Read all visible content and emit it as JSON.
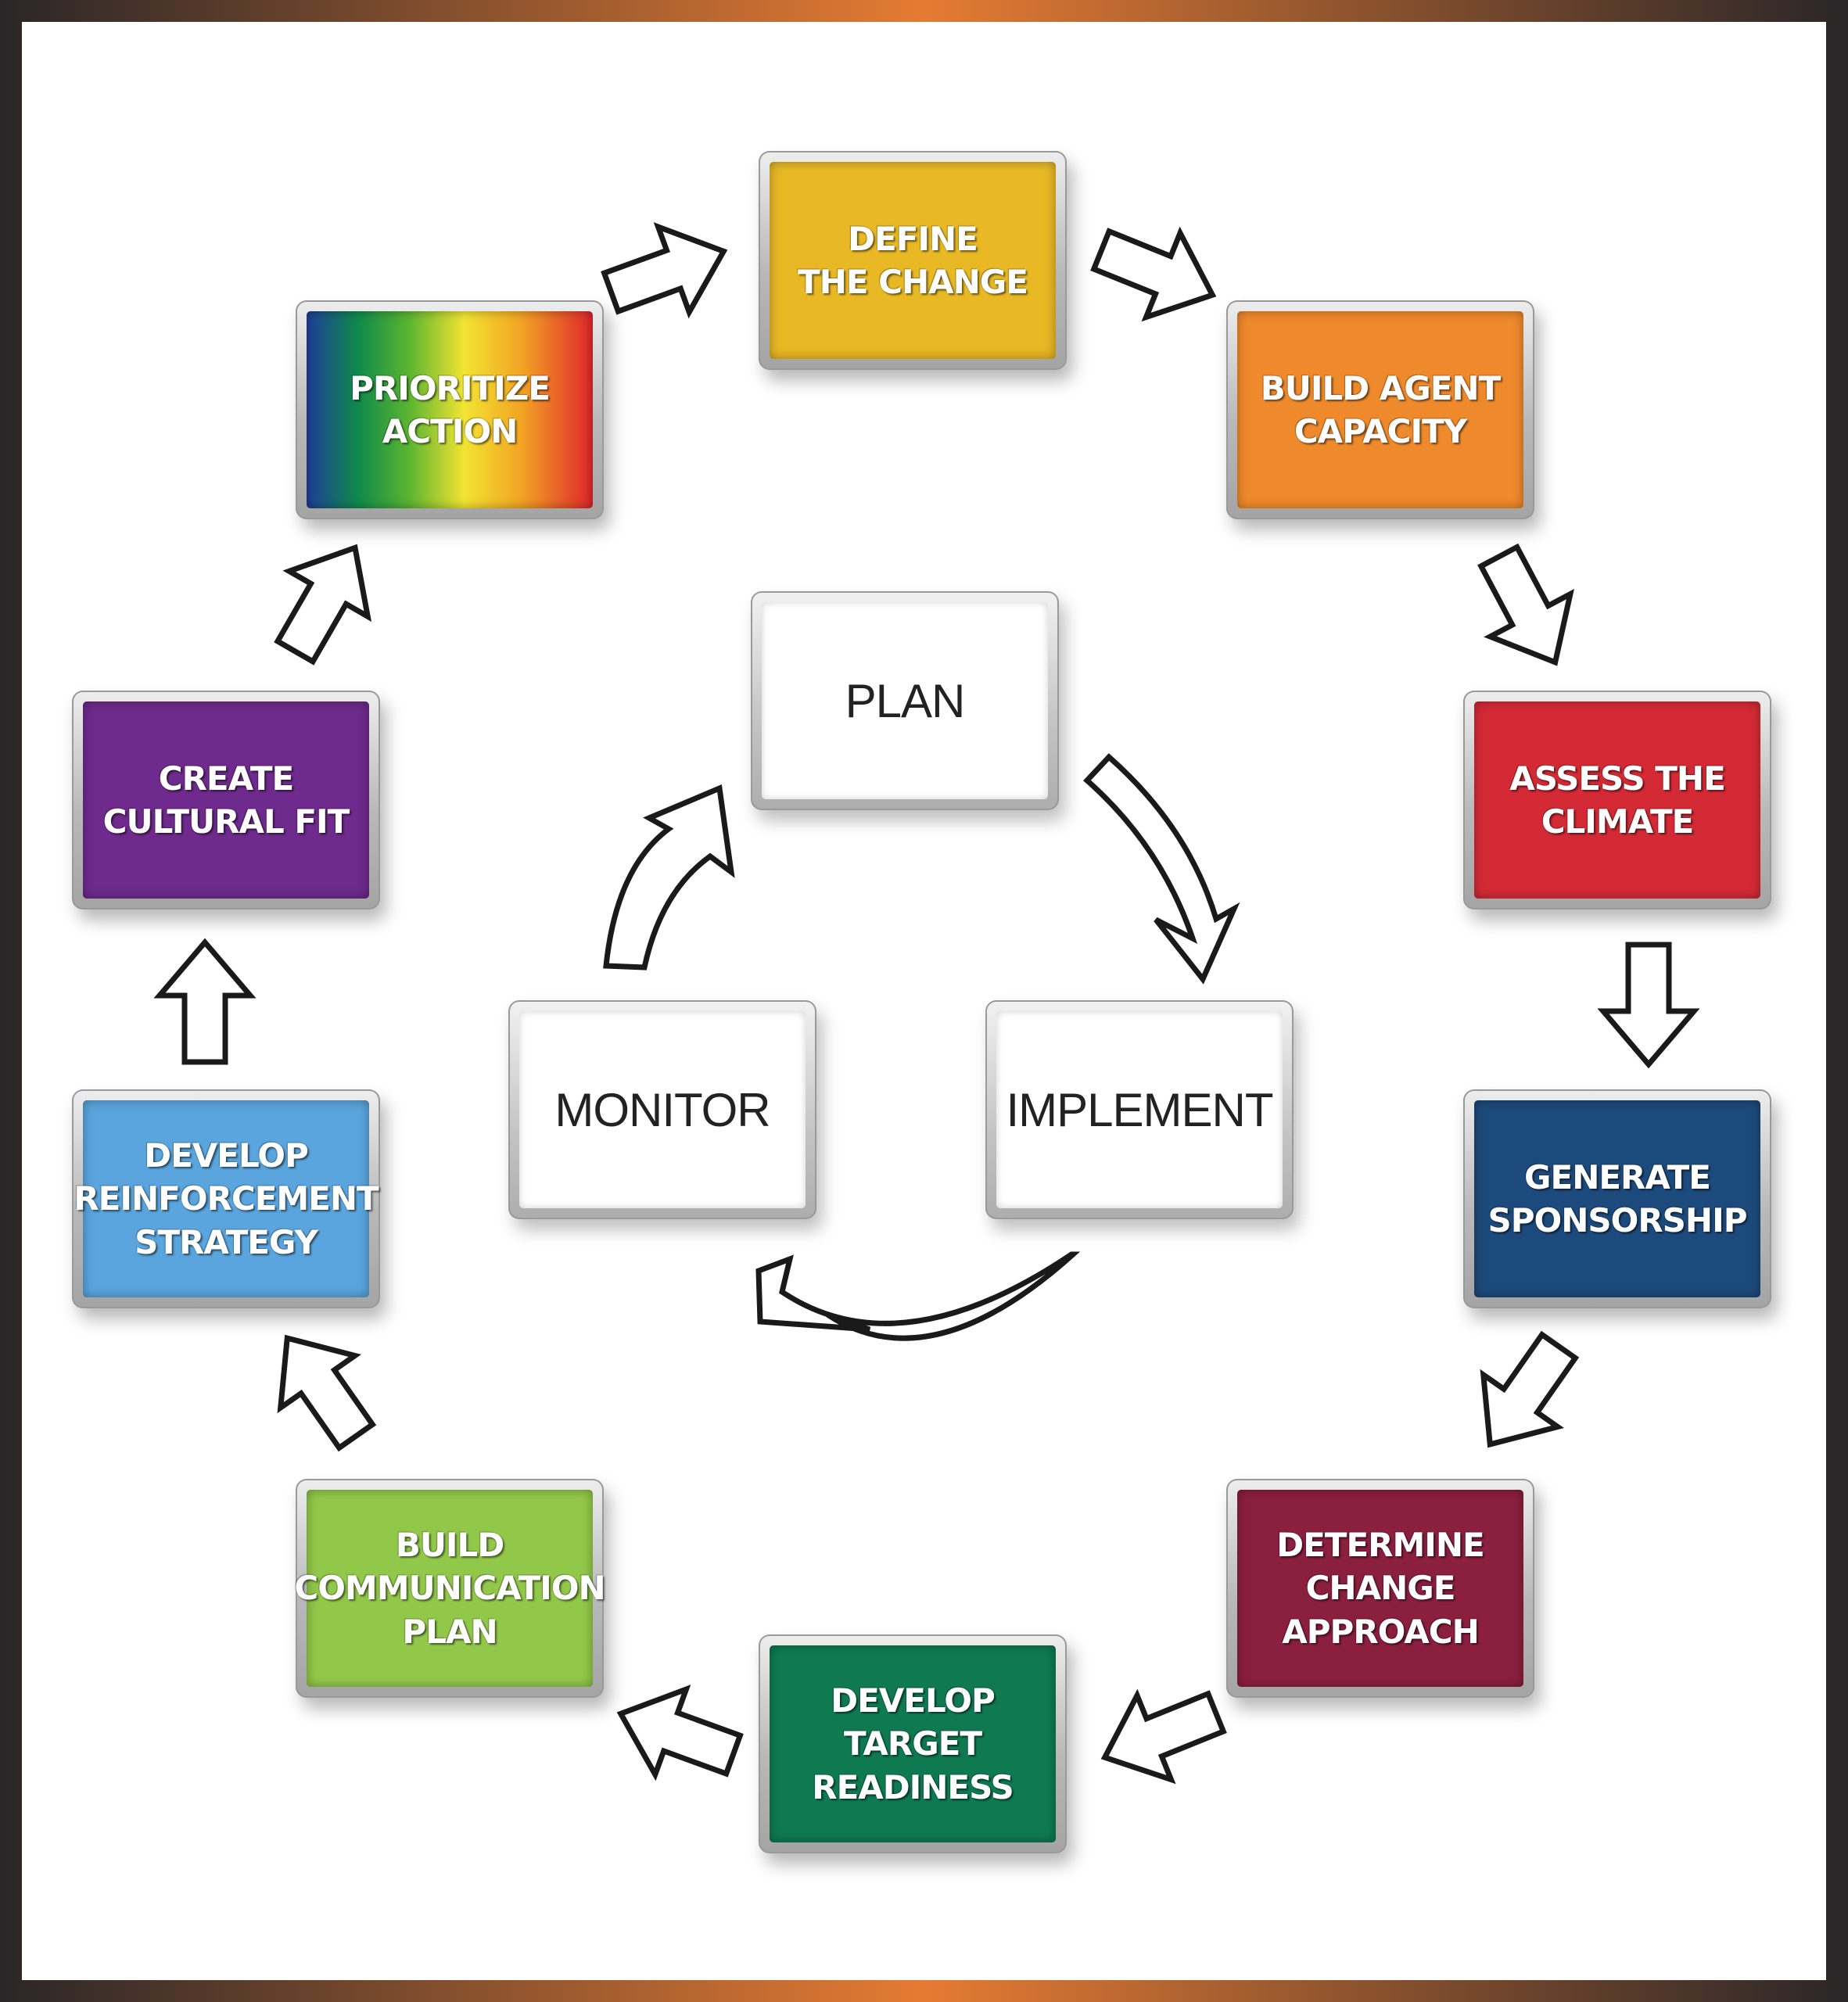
{
  "outer_cycle": [
    {
      "id": "define",
      "label": "DEFINE\nTHE CHANGE",
      "color": "#e8b825"
    },
    {
      "id": "build-agent",
      "label": "BUILD AGENT\nCAPACITY",
      "color": "#ef8a2c"
    },
    {
      "id": "assess",
      "label": "ASSESS THE\nCLIMATE",
      "color": "#d42a35"
    },
    {
      "id": "sponsorship",
      "label": "GENERATE\nSPONSORSHIP",
      "color": "#1d4a7c"
    },
    {
      "id": "approach",
      "label": "DETERMINE\nCHANGE\nAPPROACH",
      "color": "#8b1f3f"
    },
    {
      "id": "readiness",
      "label": "DEVELOP\nTARGET\nREADINESS",
      "color": "#0f7a52"
    },
    {
      "id": "communication",
      "label": "BUILD\nCOMMUNICATION\nPLAN",
      "color": "#92c84a"
    },
    {
      "id": "reinforcement",
      "label": "DEVELOP\nREINFORCEMENT\nSTRATEGY",
      "color": "#5aa5dd"
    },
    {
      "id": "cultural",
      "label": "CREATE\nCULTURAL FIT",
      "color": "#6e2a8c"
    },
    {
      "id": "prioritize",
      "label": "PRIORITIZE\nACTION",
      "color": "rainbow"
    }
  ],
  "inner_cycle": [
    {
      "id": "plan",
      "label": "PLAN"
    },
    {
      "id": "implement",
      "label": "IMPLEMENT"
    },
    {
      "id": "monitor",
      "label": "MONITOR"
    }
  ]
}
